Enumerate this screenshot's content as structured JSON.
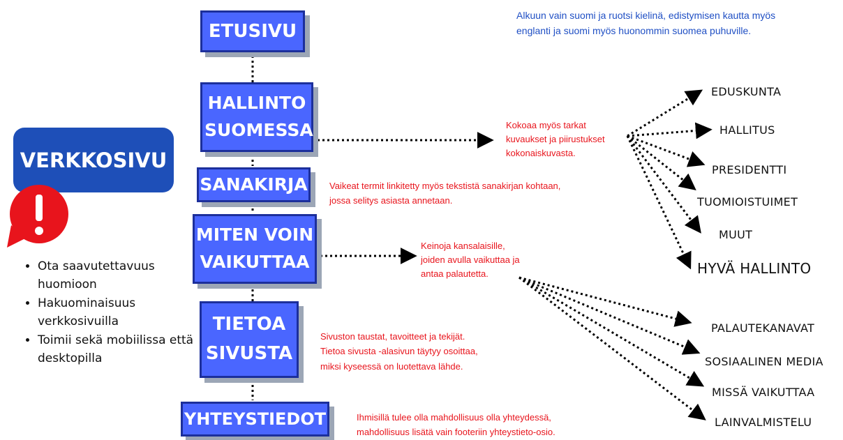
{
  "sidebar": {
    "title": "VERKKOSIVU",
    "alert_icon": "exclamation-bubble-icon",
    "requirements": [
      "Ota saavutettavuus huomioon",
      "Hakuominaisuus verkkosivuilla",
      "Toimii sekä mobiilissa että desktopilla"
    ]
  },
  "pages": [
    {
      "label": "ETUSIVU"
    },
    {
      "label": "HALLINTO SUOMESSA"
    },
    {
      "label": "SANAKIRJA"
    },
    {
      "label": "MITEN VOIN VAIKUTTAA"
    },
    {
      "label": "TIETOA SIVUSTA"
    },
    {
      "label": "YHTEYSTIEDOT"
    }
  ],
  "notes": {
    "language": "Alkuun vain suomi ja ruotsi kielinä, edistymisen kautta myös\nenglanti ja suomi myös huonommin suomea puhuville.",
    "hallinto": "Kokoaa myös tarkat\nkuvaukset ja piirustukset\nkokonaiskuvasta.",
    "sanakirja": "Vaikeat termit linkitetty myös tekstistä sanakirjan kohtaan,\njossa selitys asiasta annetaan.",
    "vaikuttaa": "Keinoja kansalaisille,\njoiden avulla vaikuttaa ja\nantaa palautetta.",
    "tietoa": "Sivuston taustat, tavoitteet ja tekijät.\nTietoa sivusta -alasivun täytyy osoittaa,\nmiksi kyseessä on luotettava lähde.",
    "yhteystiedot": "Ihmisillä tulee olla mahdollisuus olla yhteydessä,\nmahdollisuus lisätä vain footeriin yhteystieto-osio."
  },
  "hallinto_topics": [
    "EDUSKUNTA",
    "HALLITUS",
    "PRESIDENTTI",
    "TUOMIOISTUIMET",
    "MUUT",
    "HYVÄ HALLINTO"
  ],
  "vaikuttaa_topics": [
    "PALAUTEKANAVAT",
    "SOSIAALINEN MEDIA",
    "MISSÄ VAIKUTTAA",
    "LAINVALMISTELU"
  ],
  "colors": {
    "box_fill": "#4a66ff",
    "box_border": "#1c2f9b",
    "box_shadow": "#9ca6b6",
    "title_card": "#1e4fb8",
    "alert": "#e8141c",
    "note_red": "#e8141c",
    "note_blue": "#1f4fc4"
  }
}
